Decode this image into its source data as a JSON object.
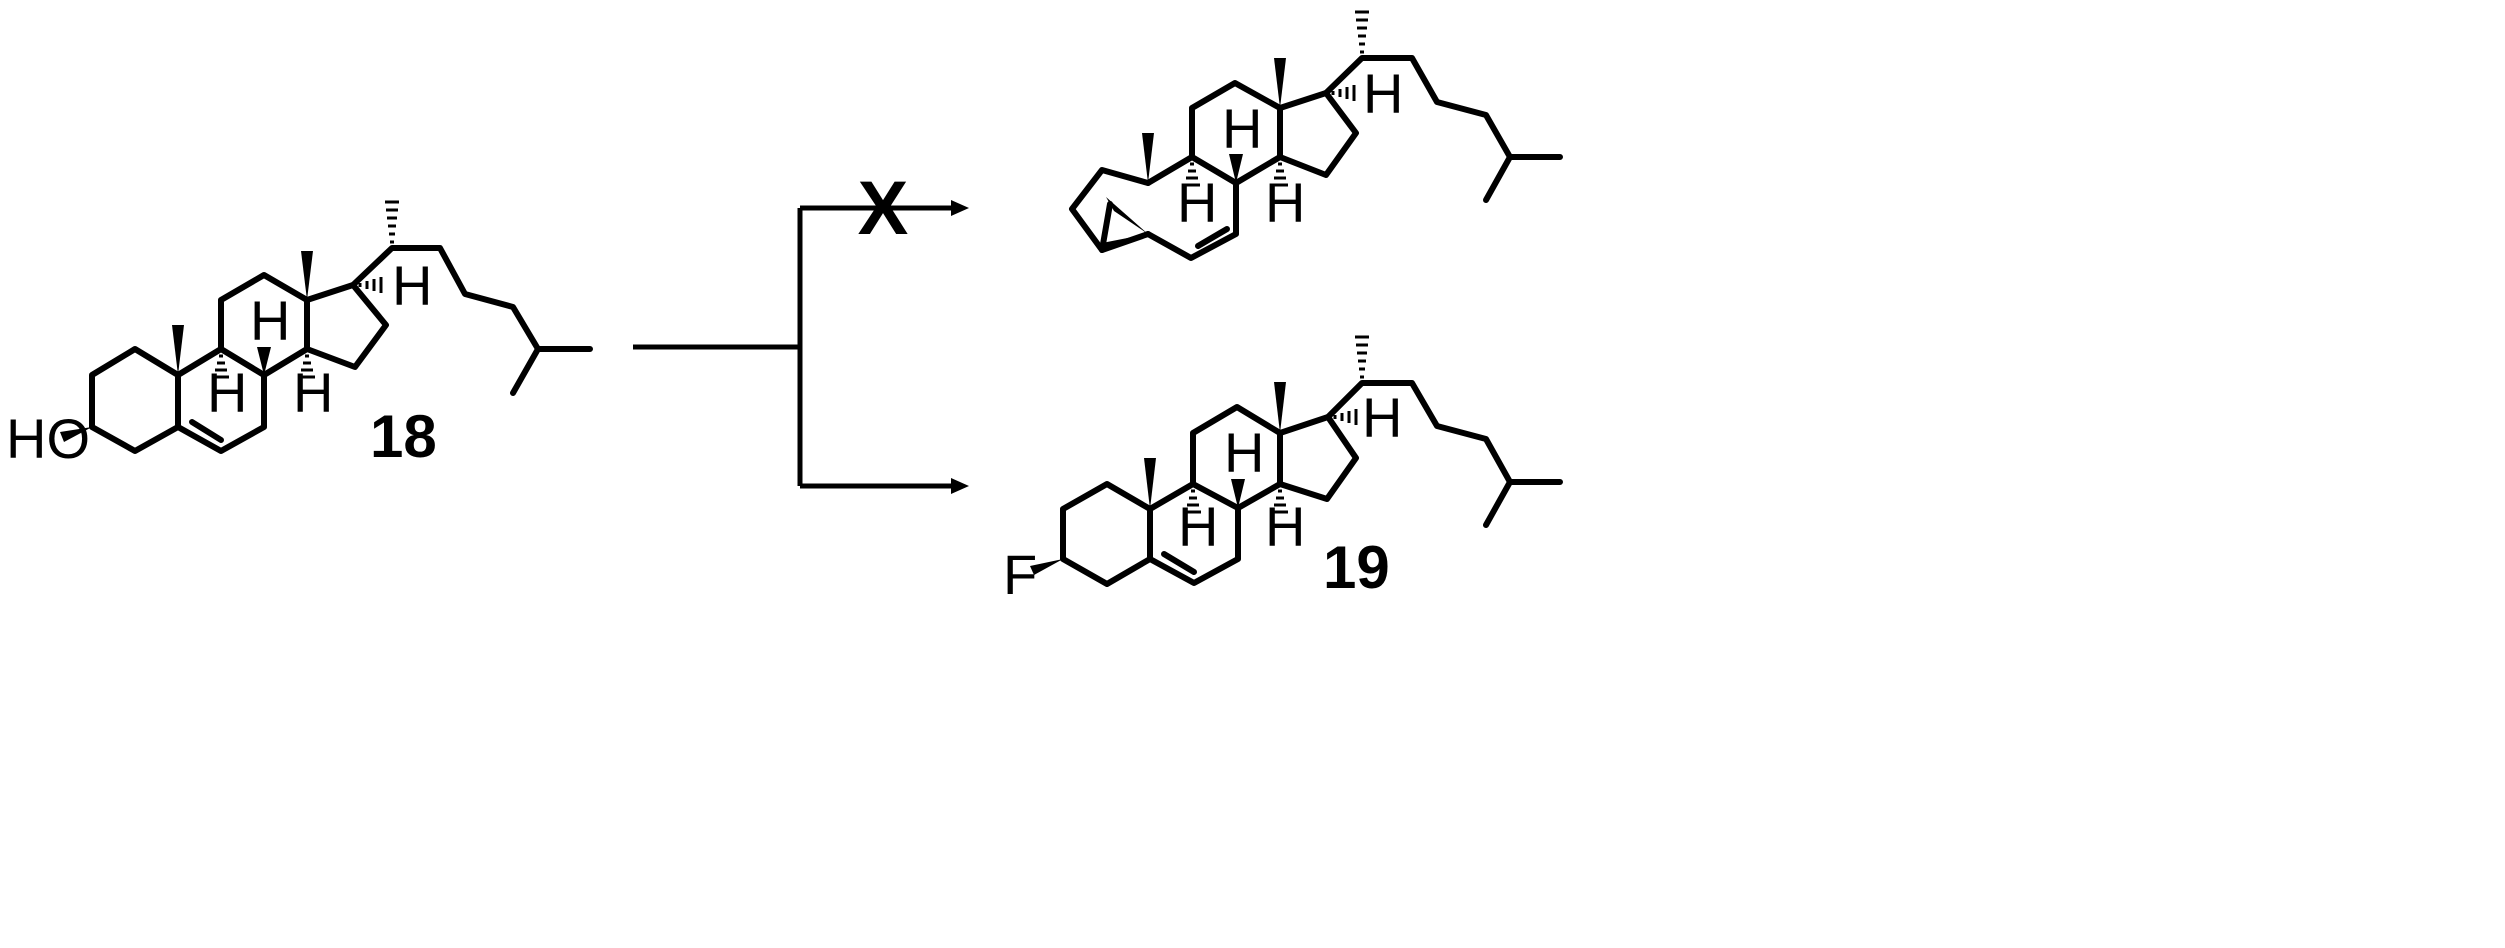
{
  "scheme": {
    "compounds": [
      {
        "id": "cholesterol",
        "label": "18",
        "substituent": "HO"
      },
      {
        "id": "cyclopropyl-product",
        "label": "",
        "substituent": ""
      },
      {
        "id": "fluoro-product",
        "label": "19",
        "substituent": "F"
      }
    ],
    "atoms": {
      "hydrogen": "H"
    },
    "arrows": {
      "blocked_mark": "X"
    }
  }
}
